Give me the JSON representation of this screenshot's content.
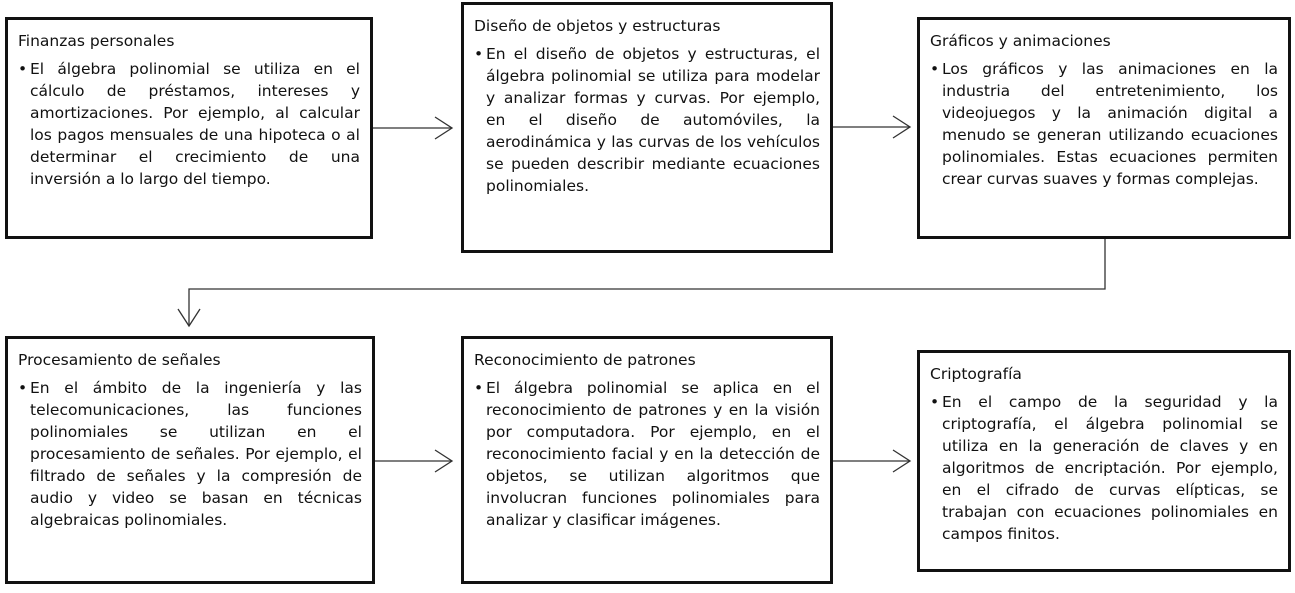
{
  "boxes": [
    {
      "title": "Finanzas personales",
      "bullet": "•",
      "text": "El álgebra polinomial se utiliza en el cálculo de préstamos, intereses y amortizaciones. Por ejemplo, al calcular los pagos mensuales de una hipoteca o al determinar el crecimiento de una inversión a lo largo del tiempo."
    },
    {
      "title": "Diseño de objetos y estructuras",
      "bullet": "•",
      "text": "En el diseño de objetos y estructuras, el álgebra polinomial se utiliza para modelar y analizar formas y curvas. Por ejemplo, en el diseño de automóviles, la aerodinámica y las curvas de los vehículos se pueden describir mediante ecuaciones polinomiales."
    },
    {
      "title": "Gráficos y animaciones",
      "bullet": "•",
      "text": "Los gráficos y las animaciones en la industria del entretenimiento, los videojuegos y la animación digital a menudo se generan utilizando ecuaciones polinomiales. Estas ecuaciones permiten crear curvas suaves y formas complejas."
    },
    {
      "title": "Procesamiento de señales",
      "bullet": "•",
      "text": "En el ámbito de la ingeniería y las telecomunicaciones, las funciones polinomiales se utilizan en el procesamiento de señales. Por ejemplo, el filtrado de señales y la compresión de audio y video se basan en técnicas algebraicas polinomiales."
    },
    {
      "title": "Reconocimiento de patrones",
      "bullet": "•",
      "text": "El álgebra polinomial se aplica en el reconocimiento de patrones y en la visión por computadora. Por ejemplo, en el reconocimiento facial y en la detección de objetos, se utilizan algoritmos que involucran funciones polinomiales para analizar y clasificar imágenes."
    },
    {
      "title": "Criptografía",
      "bullet": "•",
      "text": "En el campo de la seguridad y la criptografía, el álgebra polinomial se utiliza en la generación de claves y en algoritmos de encriptación. Por ejemplo, en el cifrado de curvas elípticas, se trabajan con ecuaciones polinomiales en campos finitos."
    }
  ],
  "colors": {
    "stroke": "#111111",
    "background": "#ffffff"
  }
}
